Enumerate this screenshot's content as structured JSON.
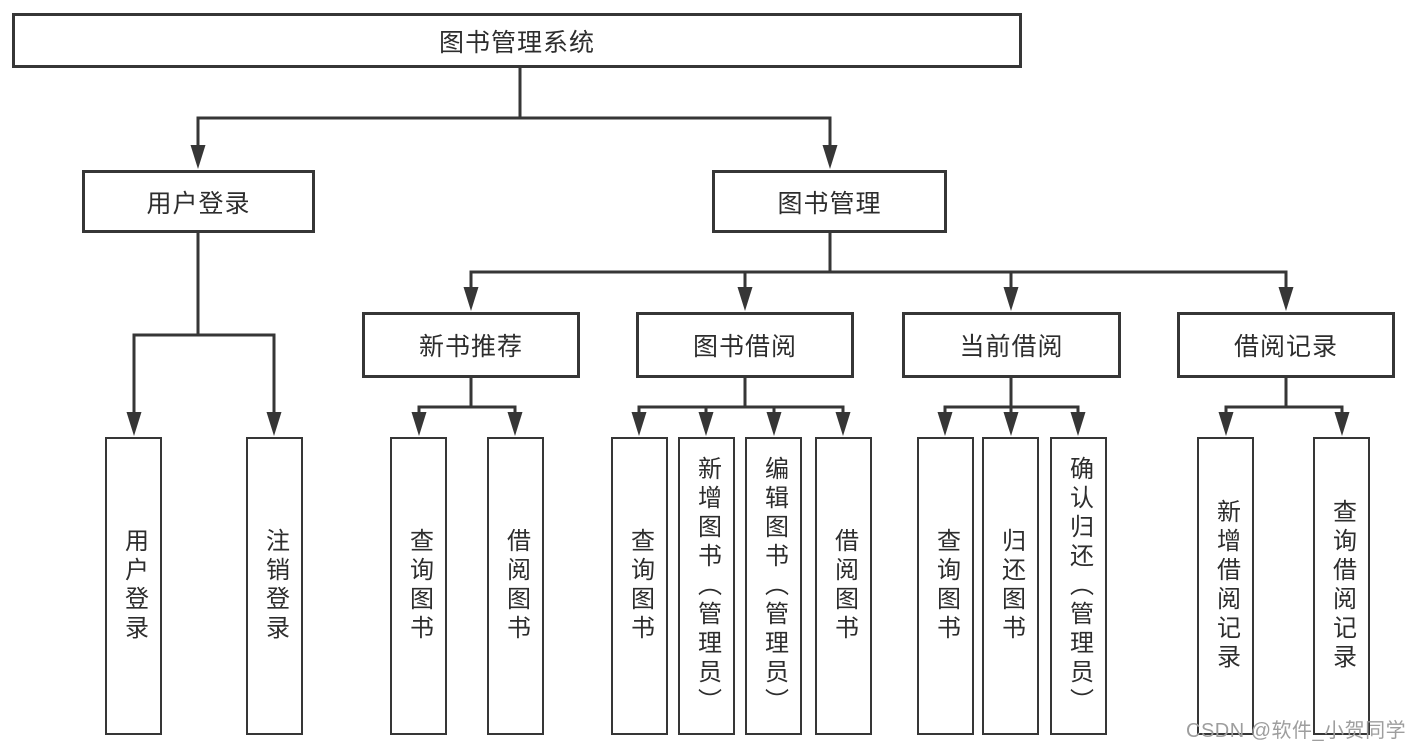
{
  "diagram": {
    "root": {
      "label": "图书管理系统"
    },
    "user_login": {
      "label": "用户登录",
      "children": [
        {
          "label": "用户登录"
        },
        {
          "label": "注销登录"
        }
      ]
    },
    "book_mgmt": {
      "label": "图书管理"
    },
    "groups": [
      {
        "label": "新书推荐",
        "children": [
          {
            "label": "查询图书"
          },
          {
            "label": "借阅图书"
          }
        ]
      },
      {
        "label": "图书借阅",
        "children": [
          {
            "label": "查询图书"
          },
          {
            "label": "新增图书（管理员）"
          },
          {
            "label": "编辑图书（管理员）"
          },
          {
            "label": "借阅图书"
          }
        ]
      },
      {
        "label": "当前借阅",
        "children": [
          {
            "label": "查询图书"
          },
          {
            "label": "归还图书"
          },
          {
            "label": "确认归还（管理员）"
          }
        ]
      },
      {
        "label": "借阅记录",
        "children": [
          {
            "label": "新增借阅记录"
          },
          {
            "label": "查询借阅记录"
          }
        ]
      }
    ]
  },
  "watermark": {
    "text": "CSDN @软件_小贺同学"
  },
  "colors": {
    "line": "#363636",
    "box_border": "#363636",
    "text": "#2d2d2d",
    "watermark": "#9e9e9e",
    "background": "#ffffff"
  }
}
